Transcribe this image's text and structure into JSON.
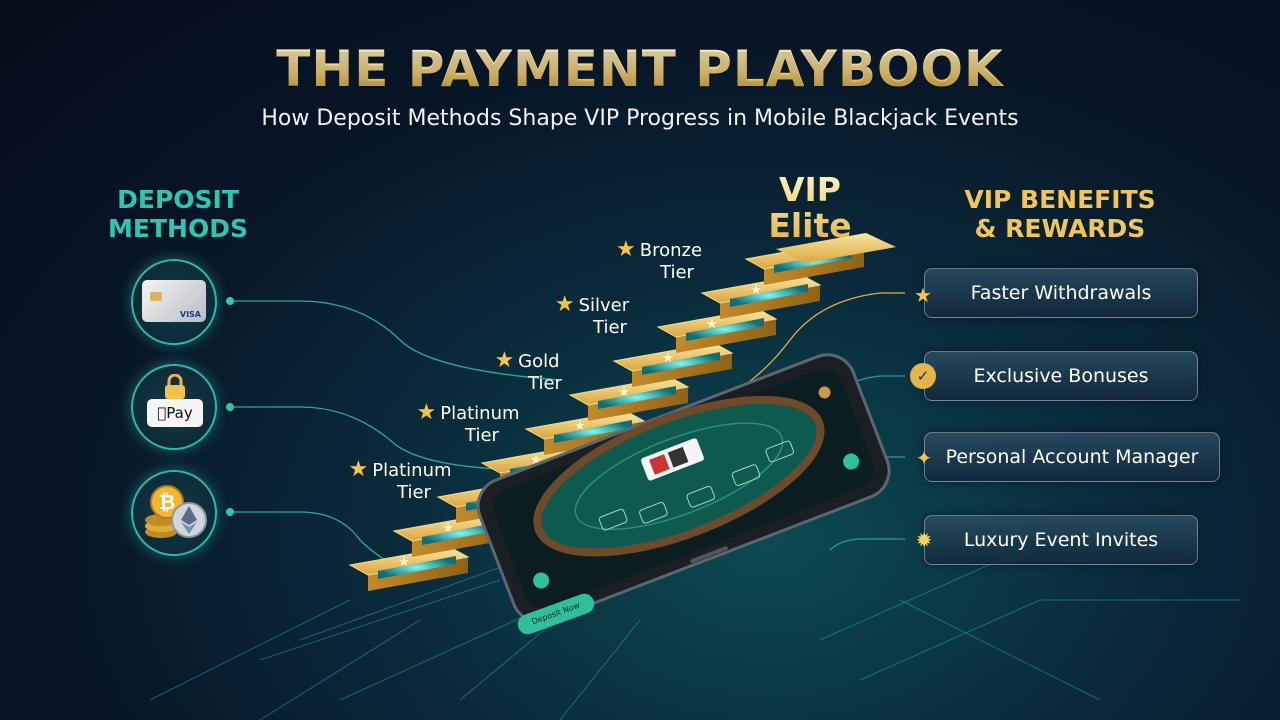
{
  "title": "THE PAYMENT PLAYBOOK",
  "subtitle": "How Deposit Methods Shape VIP Progress in Mobile Blackjack Events",
  "deposit": {
    "heading_line1": "DEPOSIT",
    "heading_line2": "METHODS",
    "methods": [
      {
        "icon": "credit-card-icon",
        "card_text": "VISA"
      },
      {
        "icon": "apple-pay-icon",
        "label": "Pay"
      },
      {
        "icon": "crypto-coins-icon"
      }
    ]
  },
  "staircase": {
    "top_line1": "VIP",
    "top_line2": "Elite",
    "tiers": [
      {
        "name": "Bronze",
        "suffix": "Tier"
      },
      {
        "name": "Silver",
        "suffix": "Tier"
      },
      {
        "name": "Gold",
        "suffix": "Tier"
      },
      {
        "name": "Platinum",
        "suffix": "Tier"
      },
      {
        "name": "Platinum",
        "suffix": "Tier"
      }
    ]
  },
  "benefits": {
    "heading_line1": "VIP BENEFITS",
    "heading_line2": "& REWARDS",
    "items": [
      {
        "label": "Faster Withdrawals",
        "icon": "star-icon"
      },
      {
        "label": "Exclusive Bonuses",
        "icon": "check-badge-icon"
      },
      {
        "label": "Personal Account Manager",
        "icon": "diamond-icon"
      },
      {
        "label": "Luxury Event Invites",
        "icon": "sparkle-icon"
      }
    ]
  },
  "phone": {
    "button_label": "Deposit Now"
  },
  "colors": {
    "accent_teal": "#2ec6b3",
    "gold": "#f2c55a",
    "background": "#081626"
  }
}
